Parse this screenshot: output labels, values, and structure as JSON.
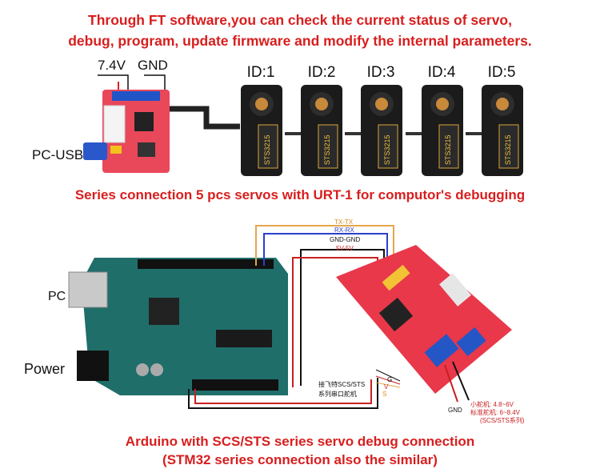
{
  "header": {
    "line1": "Through FT software,you can check the current status of servo,",
    "line2": "debug, program, update firmware and modify the internal parameters."
  },
  "top_board": {
    "v_label": "7.4V",
    "gnd_label": "GND",
    "pc_usb_label": "PC-USB"
  },
  "servo_ids": [
    "ID:1",
    "ID:2",
    "ID:3",
    "ID:4",
    "ID:5"
  ],
  "servo_model": "STS3215",
  "caption_top": "Series connection 5 pcs servos with URT-1 for computor's debugging",
  "bottom": {
    "pc_label": "PC",
    "power_label": "Power",
    "wire_labels": [
      "TX-TX",
      "RX-RX",
      "GND-GND",
      "5V-5V"
    ],
    "servo_connector_text": [
      "接飞特SCS/STS",
      "系列串口舵机"
    ],
    "pin_labels": [
      "G",
      "V",
      "S"
    ],
    "gnd_label": "GND",
    "power_note": [
      "小舵机: 4.8~6V",
      "标准舵机: 6~8.4V",
      "(SCS/STS系列)"
    ]
  },
  "caption_bottom_1": "Arduino with SCS/STS series servo debug connection",
  "caption_bottom_2": "(STM32 series connection also the similar)",
  "colors": {
    "caption_red": "#d81e1e",
    "arduino_green": "#1f6e6a",
    "board_red": "#e8384a"
  }
}
